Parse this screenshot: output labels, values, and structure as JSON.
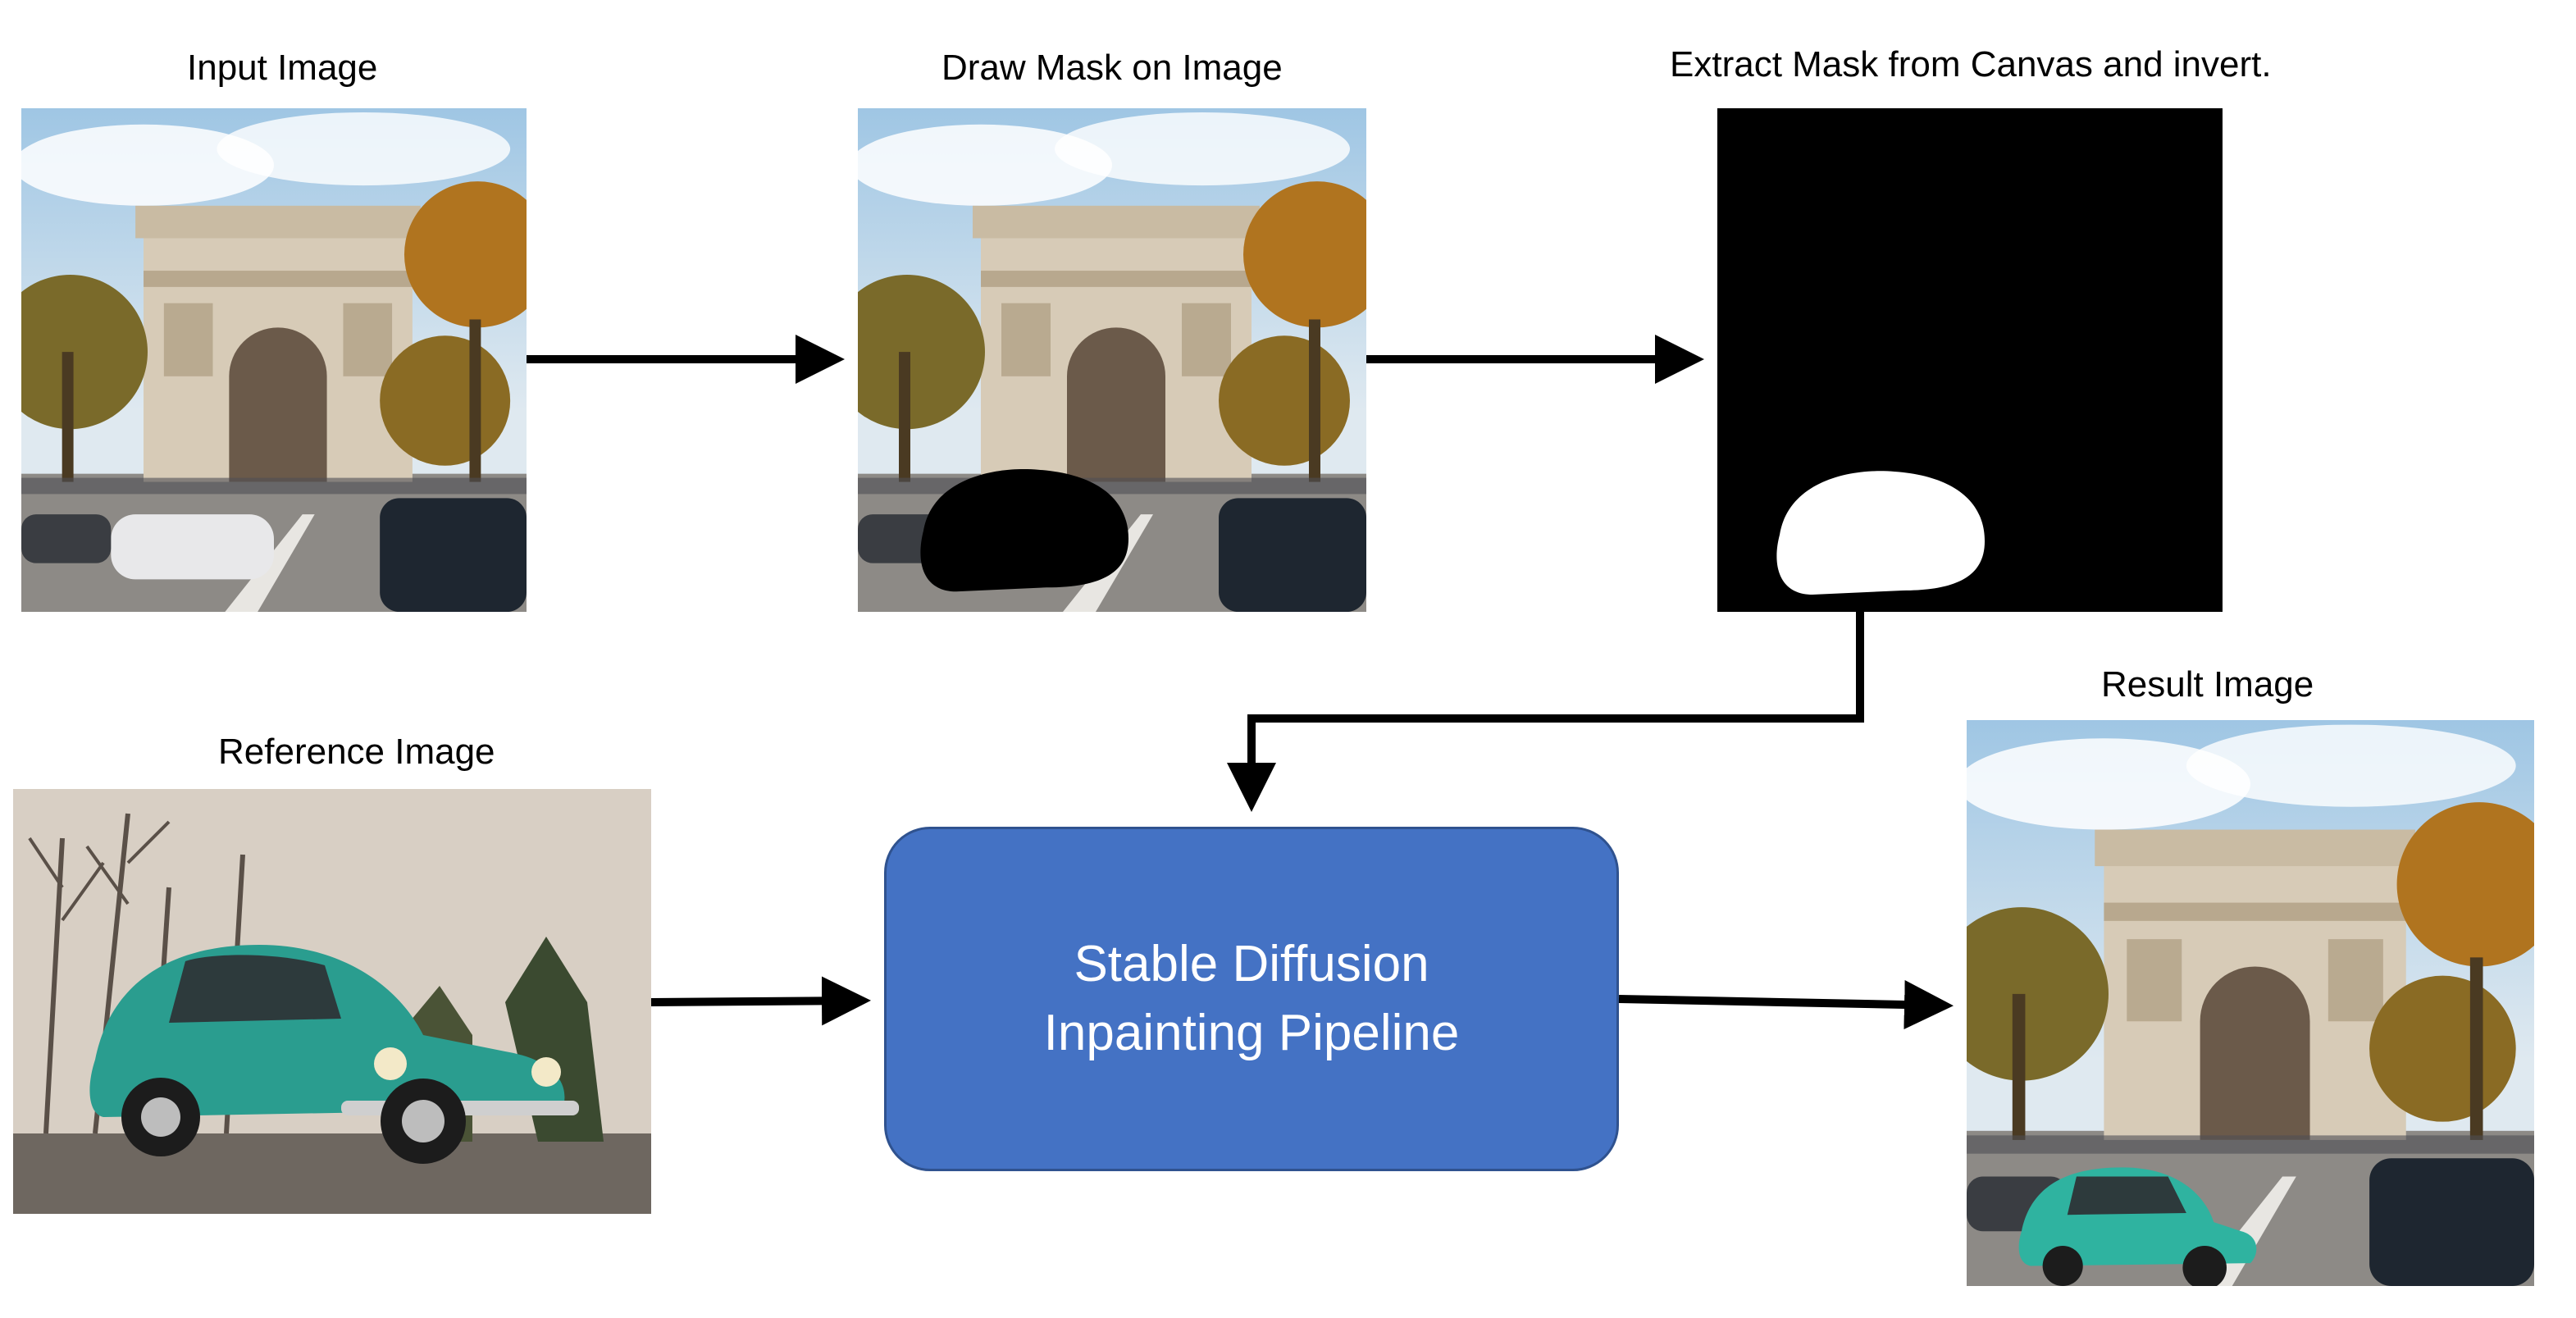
{
  "nodes": {
    "input": {
      "label": "Input Image"
    },
    "masked": {
      "label": "Draw Mask on Image"
    },
    "mask": {
      "label": "Extract Mask from Canvas and invert."
    },
    "reference": {
      "label": "Reference Image"
    },
    "result": {
      "label": "Result Image"
    },
    "pipeline": {
      "line1": "Stable Diffusion",
      "line2": "Inpainting Pipeline"
    }
  },
  "edges": [
    {
      "from": "input",
      "to": "masked"
    },
    {
      "from": "masked",
      "to": "mask"
    },
    {
      "from": "mask",
      "to": "pipeline"
    },
    {
      "from": "reference",
      "to": "pipeline"
    },
    {
      "from": "pipeline",
      "to": "result"
    }
  ],
  "colors": {
    "pipeline_fill": "#4472c4",
    "pipeline_border": "#2f528f",
    "arrow": "#000000",
    "car_body": "#2a9d8f"
  }
}
